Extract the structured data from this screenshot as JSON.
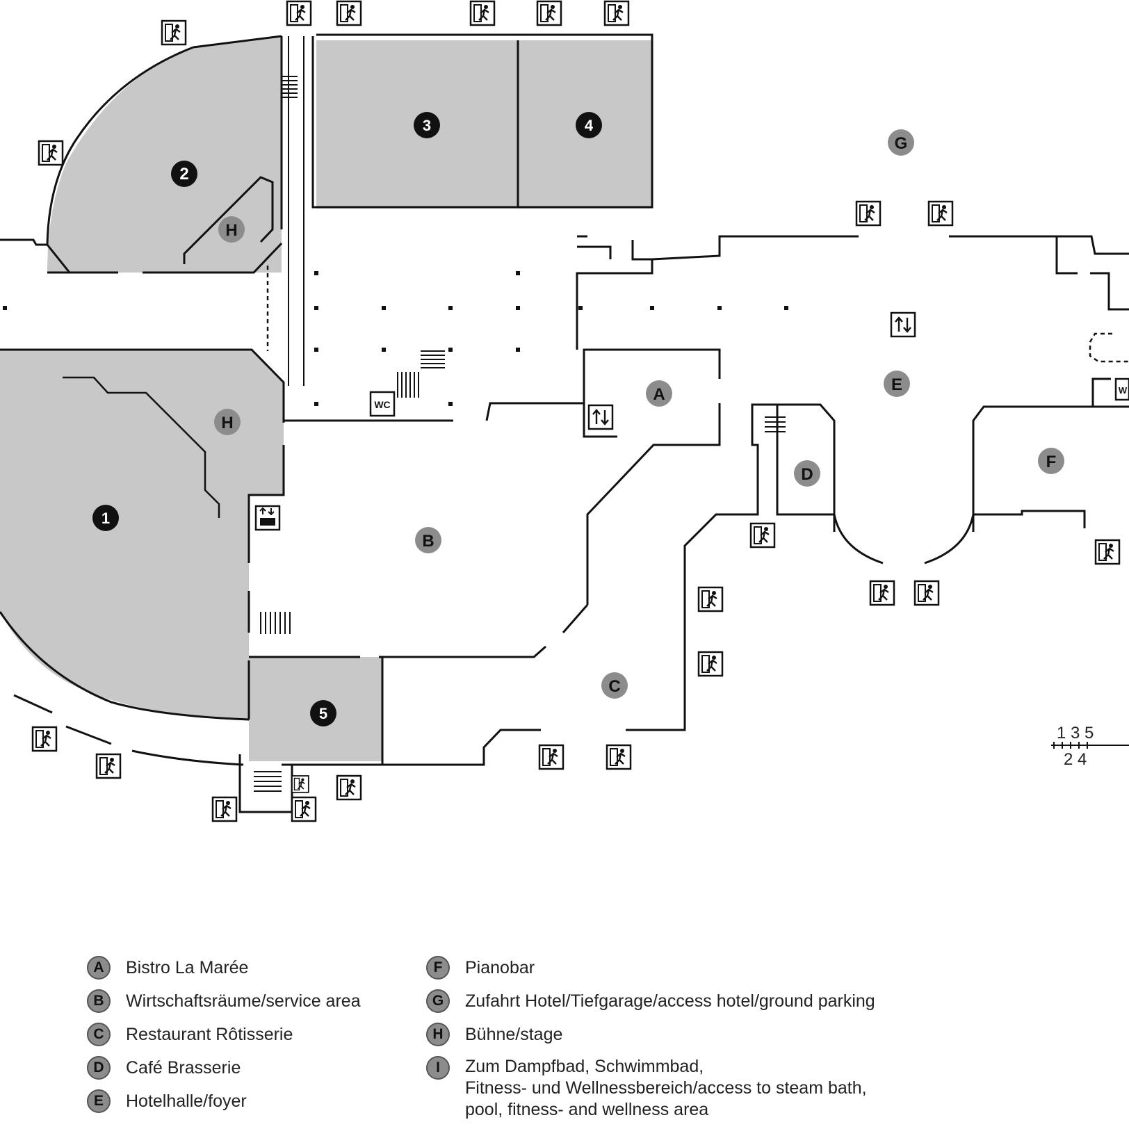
{
  "map": {
    "rooms": [
      {
        "id": "1",
        "name": "room-1"
      },
      {
        "id": "2",
        "name": "room-2"
      },
      {
        "id": "3",
        "name": "room-3"
      },
      {
        "id": "4",
        "name": "room-4"
      },
      {
        "id": "5",
        "name": "room-5"
      }
    ],
    "zones": [
      "A",
      "B",
      "C",
      "D",
      "E",
      "F",
      "G",
      "H",
      "H"
    ],
    "wc_label": "WC",
    "wc_label_2": "W",
    "scale_top": "1 3 5",
    "scale_bottom": "2 4",
    "colors": {
      "room_fill": "#c8c8c8",
      "zone_badge": "#8c8c8c",
      "room_badge": "#111111",
      "wall": "#111111"
    },
    "icons": [
      "emergency-exit-icon",
      "elevator-icon",
      "stairs-icon",
      "wc-icon",
      "goods-lift-icon"
    ]
  },
  "legend": {
    "left": [
      {
        "key": "A",
        "text": "Bistro La Marée"
      },
      {
        "key": "B",
        "text": "Wirtschaftsräume/service area"
      },
      {
        "key": "C",
        "text": "Restaurant Rôtisserie"
      },
      {
        "key": "D",
        "text": "Café Brasserie"
      },
      {
        "key": "E",
        "text": "Hotelhalle/foyer"
      }
    ],
    "right": [
      {
        "key": "F",
        "text": "Pianobar"
      },
      {
        "key": "G",
        "text": "Zufahrt Hotel/Tiefgarage/access hotel/ground parking"
      },
      {
        "key": "H",
        "text": "Bühne/stage"
      },
      {
        "key": "I",
        "lines": [
          "Zum Dampfbad, Schwimmbad,",
          "Fitness- und Wellnessbereich/access to steam bath,",
          "pool, fitness- and wellness area"
        ]
      }
    ]
  }
}
